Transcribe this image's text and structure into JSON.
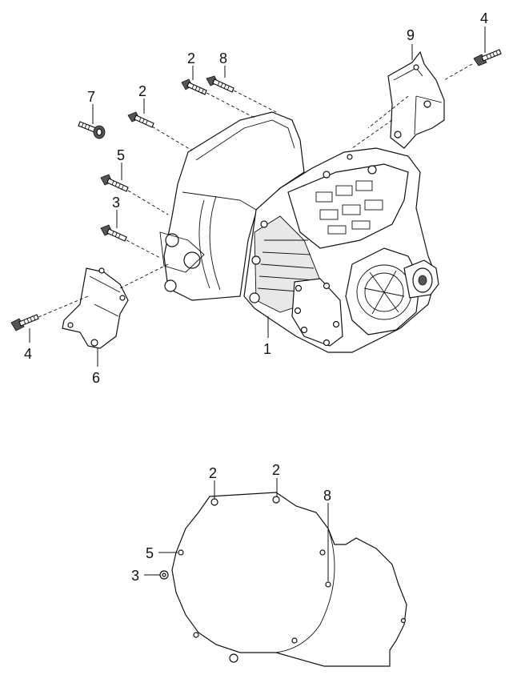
{
  "callouts": {
    "main_1": "1",
    "main_2a": "2",
    "main_2b": "2",
    "main_3": "3",
    "main_4a": "4",
    "main_4b": "4",
    "main_5": "5",
    "main_6": "6",
    "main_7": "7",
    "main_8": "8",
    "main_9": "9",
    "face_2a": "2",
    "face_2b": "2",
    "face_3": "3",
    "face_5": "5",
    "face_8": "8"
  },
  "line_color": "#111111",
  "background": "#ffffff"
}
